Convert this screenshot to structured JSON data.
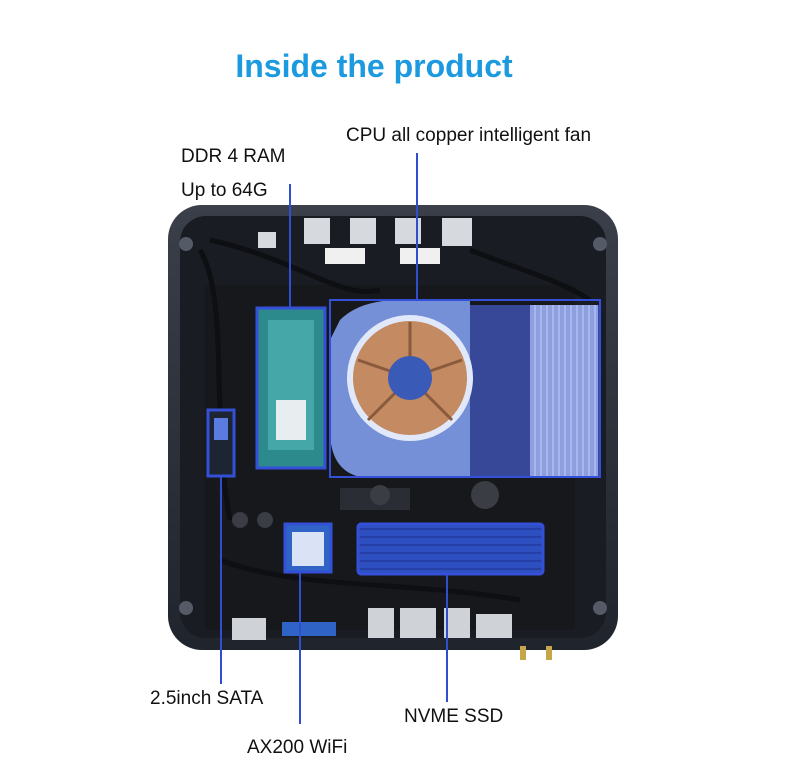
{
  "title": "Inside the product",
  "labels": {
    "ram_line1": "DDR 4 RAM",
    "ram_line2": "Up to 64G",
    "fan": "CPU all copper intelligent fan",
    "sata": "2.5inch SATA",
    "ssd": "NVME SSD",
    "wifi": "AX200 WiFi"
  },
  "colors": {
    "title": "#1c9ae0",
    "highlight": "#3550d8",
    "case": "#2b2f38"
  }
}
